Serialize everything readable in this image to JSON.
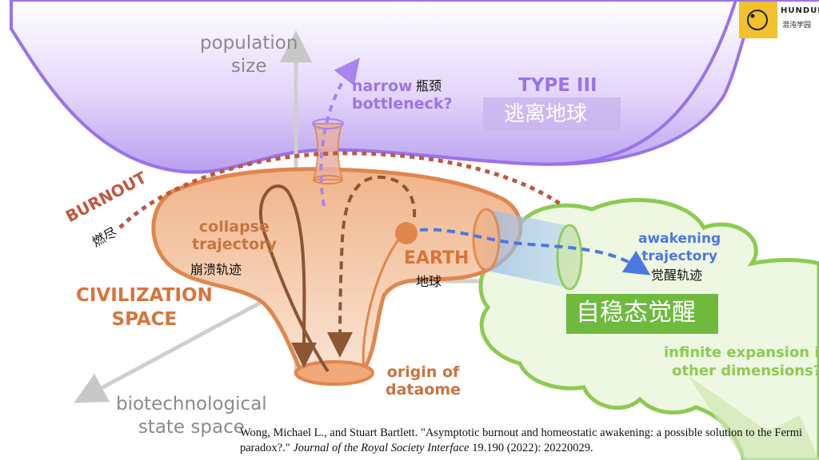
{
  "labels": {
    "population_size": "population\nsize",
    "narrow_bottleneck": "narrow\nbottleneck?",
    "bottleneck_zh": "瓶颈",
    "type_iii": "TYPE III",
    "type_iii_zh": "逃离地球",
    "burnout": "BURNOUT",
    "burnout_zh": "燃尽",
    "collapse_trajectory": "collapse\ntrajectory",
    "collapse_zh": "崩溃轨迹",
    "earth": "EARTH",
    "earth_zh": "地球",
    "civilization_space": "CIVILIZATION\nSPACE",
    "awakening_trajectory": "awakening\ntrajectory",
    "awakening_zh": "觉醒轨迹",
    "homeostatic_zh": "自稳态觉醒",
    "infinite_expansion": "infinite expansion in\nother dimensions?",
    "origin_of_dataome": "origin of\ndataome",
    "biotech_axis": "biotechnological\nstate space"
  },
  "logo": {
    "brand": "HUNDUN",
    "subtitle": "混沌学园"
  },
  "citation": {
    "authors_title": "Wong, Michael L., and Stuart Bartlett. \"Asymptotic burnout and homeostatic awakening: a possible solution to the Fermi paradox?.\" ",
    "journal": "Journal of the Royal Society Interface",
    "details": " 19.190 (2022): 20220029."
  },
  "colors": {
    "purple": "#b9a0ef",
    "orange": "#e8a172",
    "green": "#8ccb52",
    "blue": "#4b78e0",
    "burnout_red": "#c0583f",
    "logo_yellow": "#f2c12e"
  }
}
